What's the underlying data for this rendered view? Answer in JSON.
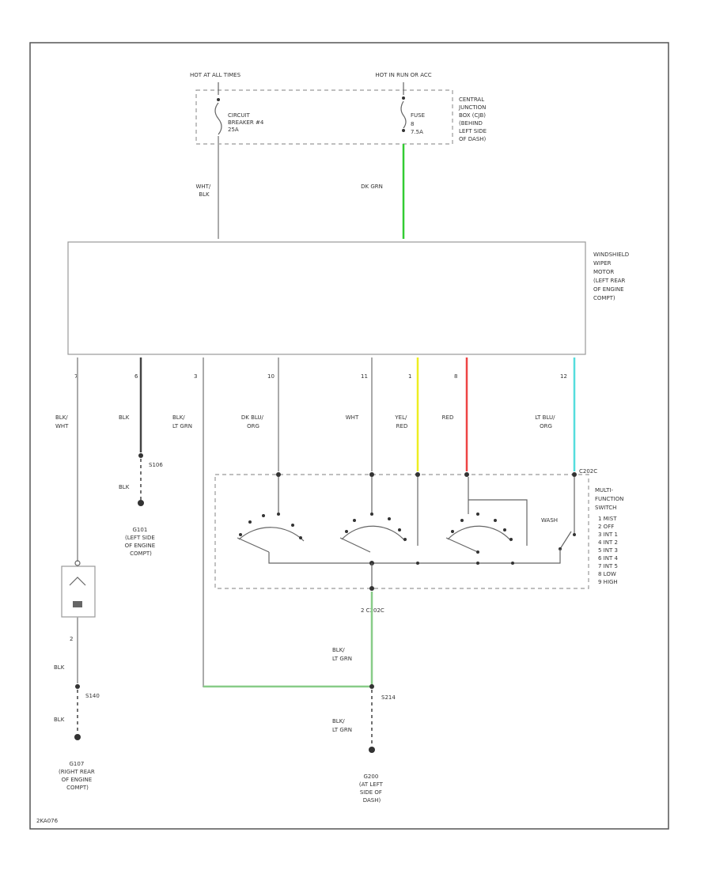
{
  "labels": {
    "hot_at_all_times": "HOT AT ALL TIMES",
    "hot_in_run": "HOT IN RUN OR ACC",
    "central_junction": [
      "CENTRAL",
      "JUNCTION",
      "BOX (CJB)",
      "(BEHIND",
      "LEFT SIDE",
      "OF DASH)"
    ],
    "circuit_breaker": [
      "CIRCUIT",
      "BREAKER #4",
      "25A"
    ],
    "fuse": [
      "FUSE",
      "8",
      "7.5A"
    ],
    "wht_blk": [
      "WHT/",
      "BLK"
    ],
    "dk_grn": "DK GRN",
    "wiper_motor": [
      "WINDSHIELD",
      "WIPER",
      "MOTOR",
      "(LEFT REAR",
      "OF ENGINE",
      "COMPT)"
    ],
    "pin_numbers": [
      "7",
      "6",
      "3",
      "10",
      "11",
      "1",
      "8",
      "12"
    ],
    "blk_wht": [
      "BLK/",
      "WHT"
    ],
    "blk_top": "BLK",
    "blk_ltgrn": [
      "BLK/",
      "LT GRN"
    ],
    "dkblu_org": [
      "DK BLU/",
      "ORG"
    ],
    "wht": "WHT",
    "yel_red": [
      "YEL/",
      "RED"
    ],
    "red": "RED",
    "ltblu_org": [
      "LT BLU/",
      "ORG"
    ],
    "s_left": "S106",
    "blk_lower": "BLK",
    "g_left": [
      "G101",
      "(LEFT SIDE",
      "OF ENGINE",
      "COMPT)"
    ],
    "c_connector": "C202C",
    "multi_function": [
      "MULTI-",
      "FUNCTION",
      "SWITCH"
    ],
    "switch_positions": [
      "1 MIST",
      "2 OFF",
      "3 INT 1",
      "4 INT 2",
      "5 INT 3",
      "6 INT 4",
      "7 INT 5",
      "8 LOW",
      "9 HIGH"
    ],
    "wash": "WASH",
    "c2_label": "2  C202C",
    "blk_ltgrn_mid": [
      "BLK/",
      "LT GRN"
    ],
    "s214": "S214",
    "blk_ltgrn_low": [
      "BLK/",
      "LT GRN"
    ],
    "g200": [
      "G200",
      "(AT LEFT",
      "SIDE OF",
      "DASH)"
    ],
    "pin2": "2",
    "blk_a": "BLK",
    "s140": "S140",
    "blk_b": "BLK",
    "g107": [
      "G107",
      "(RIGHT REAR",
      "OF ENGINE",
      "COMPT)"
    ],
    "footer_code": "2KA076"
  },
  "colors": {
    "dk_grn": "#33cc33",
    "lt_grn": "#88cc88",
    "yel": "#eeee22",
    "red": "#ee4444",
    "lt_blu": "#55dddd",
    "blk": "#444444",
    "gray": "#aaaaaa"
  }
}
